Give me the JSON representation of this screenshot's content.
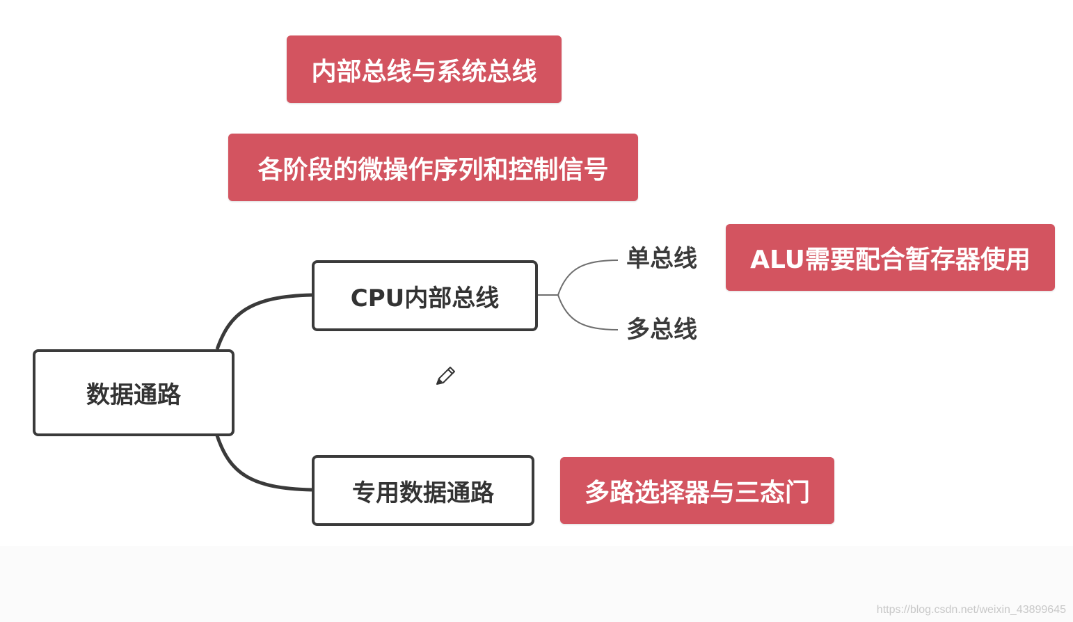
{
  "topics": {
    "internal_vs_system_bus": "内部总线与系统总线",
    "micro_ops_control": "各阶段的微操作序列和控制信号"
  },
  "mindmap": {
    "root": "数据通路",
    "cpu_internal_bus": {
      "label": "CPU内部总线",
      "children": {
        "single_bus": "单总线",
        "multi_bus": "多总线"
      },
      "single_bus_note": "ALU需要配合暂存器使用"
    },
    "dedicated_path": {
      "label": "专用数据通路",
      "note": "多路选择器与三态门"
    }
  },
  "icons": {
    "cursor": "pencil-icon"
  },
  "colors": {
    "highlight": "#d35460",
    "border": "#3a3a3a",
    "text": "#333333"
  },
  "watermark": "https://blog.csdn.net/weixin_43899645"
}
